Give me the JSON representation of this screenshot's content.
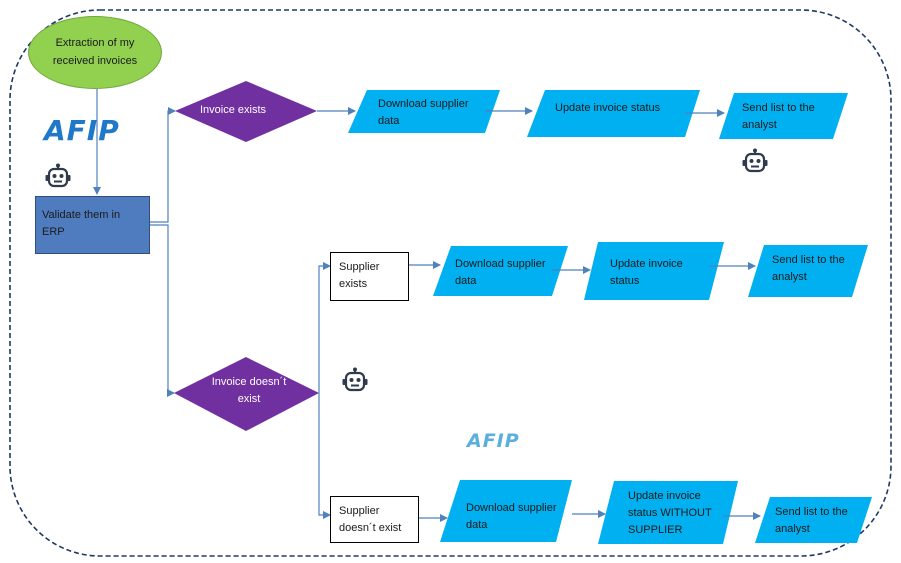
{
  "diagram": {
    "start": "Extraction of my received invoices",
    "validate": "Validate them in ERP",
    "decisions": {
      "invoice_exists": "Invoice exists",
      "invoice_not_exists": "Invoice doesn´t exist"
    },
    "supplier": {
      "exists": "Supplier exists",
      "not_exists": "Supplier doesn´t exist"
    },
    "row1": {
      "download": "Download supplier data",
      "update": "Update invoice status",
      "send": "Send list to the analyst"
    },
    "row2": {
      "download": "Download supplier data",
      "update": "Update invoice status",
      "send": "Send list to the analyst"
    },
    "row3": {
      "download": "Download supplier data",
      "update": "Update invoice status WITHOUT SUPPLIER",
      "send": "Send list to the analyst"
    },
    "logo_text": "AFIP",
    "colors": {
      "start_fill": "#92d050",
      "validate_fill": "#4f7cbf",
      "decision_fill": "#7030a0",
      "data_fill": "#00b0f0",
      "connector": "#4f81bd",
      "frame": "#1f3864"
    },
    "icons": [
      "afip-logo",
      "robot-icon"
    ]
  }
}
